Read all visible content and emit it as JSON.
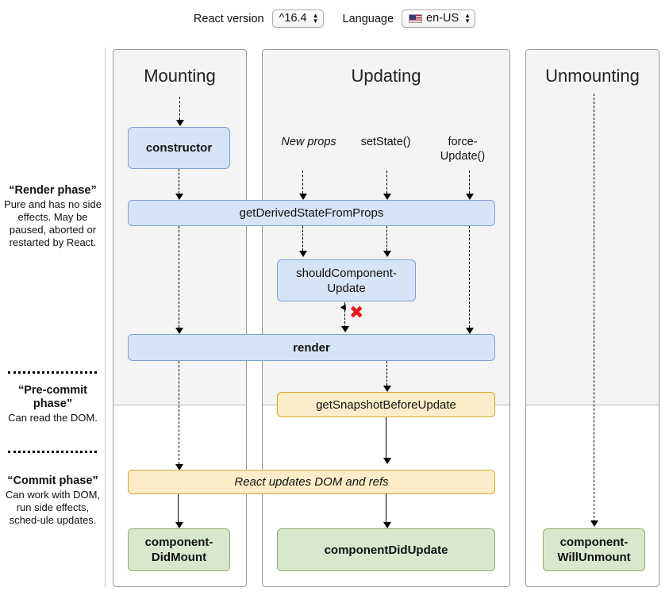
{
  "controls": {
    "react_version_label": "React version",
    "react_version_value": "^16.4",
    "language_label": "Language",
    "language_value": "en-US",
    "language_flag": "us-flag-icon"
  },
  "phases": [
    {
      "title": "“Render phase”",
      "desc": "Pure and has no side effects. May be paused, aborted or restarted by React."
    },
    {
      "title": "“Pre-commit phase”",
      "desc": "Can read the DOM."
    },
    {
      "title": "“Commit phase”",
      "desc": "Can work with DOM, run side effects, sched-ule updates."
    }
  ],
  "columns": [
    {
      "id": "mounting",
      "title": "Mounting"
    },
    {
      "id": "updating",
      "title": "Updating"
    },
    {
      "id": "unmounting",
      "title": "Unmounting"
    }
  ],
  "triggers": [
    {
      "id": "new-props",
      "label": "New props",
      "style": "italic"
    },
    {
      "id": "set-state",
      "label": "setState()",
      "style": "normal"
    },
    {
      "id": "force-update",
      "label": "force-Update()",
      "style": "normal"
    }
  ],
  "nodes": {
    "constructor": "constructor",
    "get_derived_state": "getDerivedStateFromProps",
    "should_component_update": "shouldComponent-Update",
    "render": "render",
    "get_snapshot": "getSnapshotBeforeUpdate",
    "react_updates": "React updates DOM and refs",
    "component_did_mount": "component-DidMount",
    "component_did_update": "componentDidUpdate",
    "component_will_unmount": "component-WillUnmount"
  },
  "markers": {
    "abort_x": "✖"
  },
  "colors": {
    "blue_fill": "#d6e4f7",
    "blue_border": "#7f9fd0",
    "yellow_fill": "#fcedc8",
    "yellow_border": "#d4a628",
    "green_fill": "#d9e8cd",
    "green_border": "#8aae6e",
    "shade": "#f4f4f4",
    "abort_red": "#e8181c"
  }
}
